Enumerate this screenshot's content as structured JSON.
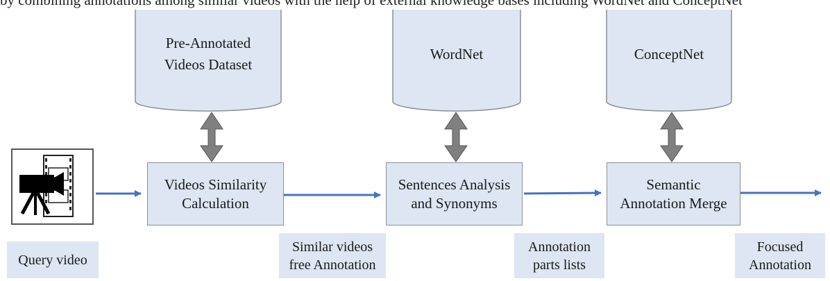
{
  "top_text": "by combining annotations among similar videos with the help of external knowledge bases including WordNet and ConceptNet",
  "databases": [
    {
      "label": "Pre-Annotated\nVideos Dataset"
    },
    {
      "label": "WordNet"
    },
    {
      "label": "ConceptNet"
    }
  ],
  "process_boxes": [
    {
      "label": "Videos Similarity\nCalculation"
    },
    {
      "label": "Sentences Analysis\nand Synonyms"
    },
    {
      "label": "Semantic\nAnnotation Merge"
    }
  ],
  "input": {
    "icon": "video-camera-film-icon",
    "label": "Query video"
  },
  "flow_labels": [
    {
      "label": "Similar videos\nfree Annotation"
    },
    {
      "label": "Annotation\nparts lists"
    },
    {
      "label": "Focused\nAnnotation"
    }
  ],
  "colors": {
    "box_fill": "#dde6f2",
    "flow_arrow": "#4472c4",
    "db_arrow": "#808080"
  }
}
